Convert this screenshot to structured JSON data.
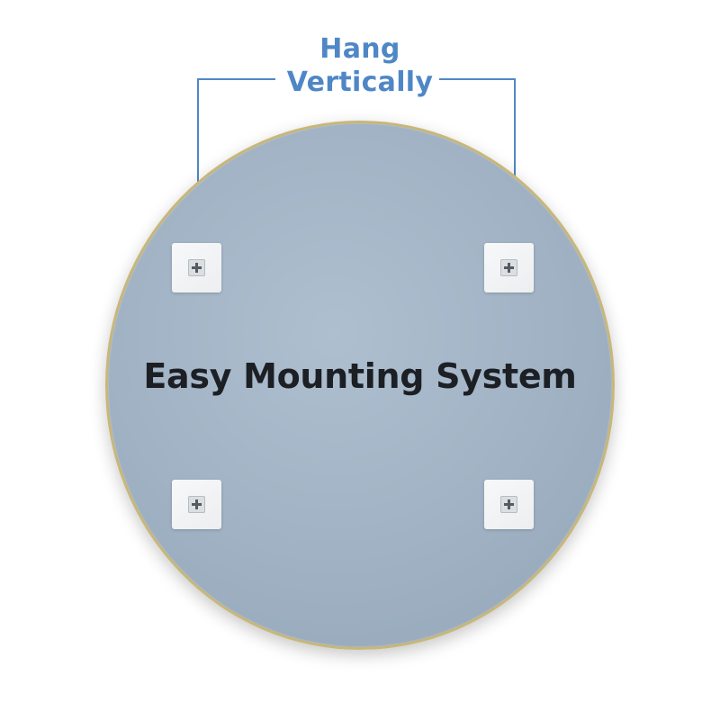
{
  "callout": {
    "line1": "Hang",
    "line2": "Vertically",
    "color": "#4f87c6"
  },
  "title": "Easy Mounting System",
  "mirror": {
    "fill_color": "#a2b4c5",
    "frame_color": "#c8b77a"
  },
  "brackets": [
    {
      "name": "top-left",
      "icon": "plus-screw-icon"
    },
    {
      "name": "top-right",
      "icon": "plus-screw-icon"
    },
    {
      "name": "bottom-left",
      "icon": "plus-screw-icon"
    },
    {
      "name": "bottom-right",
      "icon": "plus-screw-icon"
    }
  ]
}
